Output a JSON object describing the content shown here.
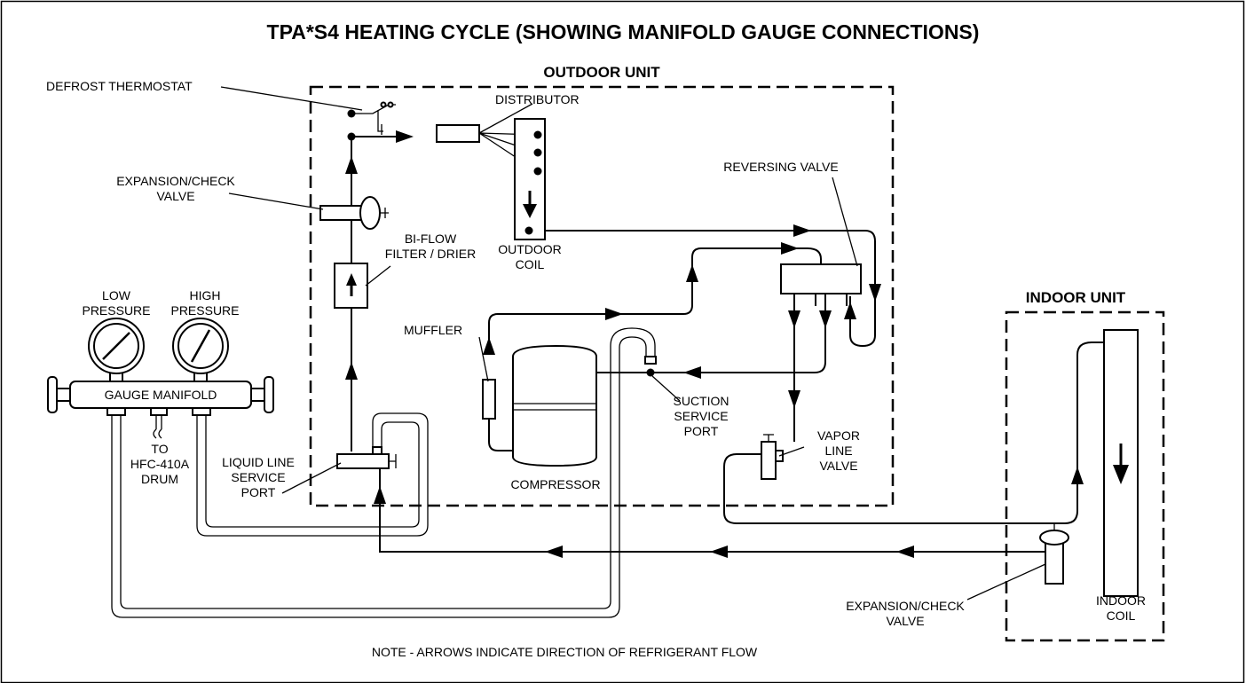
{
  "title": "TPA*S4 HEATING CYCLE (SHOWING MANIFOLD GAUGE CONNECTIONS)",
  "outdoor_unit": "OUTDOOR UNIT",
  "indoor_unit": "INDOOR UNIT",
  "note": "NOTE - ARROWS INDICATE DIRECTION OF REFRIGERANT FLOW",
  "labels": {
    "defrost_thermostat": "DEFROST THERMOSTAT",
    "distributor": "DISTRIBUTOR",
    "expansion_check_valve_1": "EXPANSION/CHECK",
    "expansion_check_valve_2": "VALVE",
    "reversing_valve": "REVERSING VALVE",
    "bi_flow_1": "BI-FLOW",
    "bi_flow_2": "FILTER / DRIER",
    "outdoor_coil_1": "OUTDOOR",
    "outdoor_coil_2": "COIL",
    "low_pressure_1": "LOW",
    "low_pressure_2": "PRESSURE",
    "high_pressure_1": "HIGH",
    "high_pressure_2": "PRESSURE",
    "muffler": "MUFFLER",
    "gauge_manifold": "GAUGE MANIFOLD",
    "to_drum_1": "TO",
    "to_drum_2": "HFC-410A",
    "to_drum_3": "DRUM",
    "liquid_line_1": "LIQUID LINE",
    "liquid_line_2": "SERVICE",
    "liquid_line_3": "PORT",
    "compressor": "COMPRESSOR",
    "suction_1": "SUCTION",
    "suction_2": "SERVICE",
    "suction_3": "PORT",
    "vapor_1": "VAPOR",
    "vapor_2": "LINE",
    "vapor_3": "VALVE",
    "indoor_exp_1": "EXPANSION/CHECK",
    "indoor_exp_2": "VALVE",
    "indoor_coil_1": "INDOOR",
    "indoor_coil_2": "COIL"
  }
}
